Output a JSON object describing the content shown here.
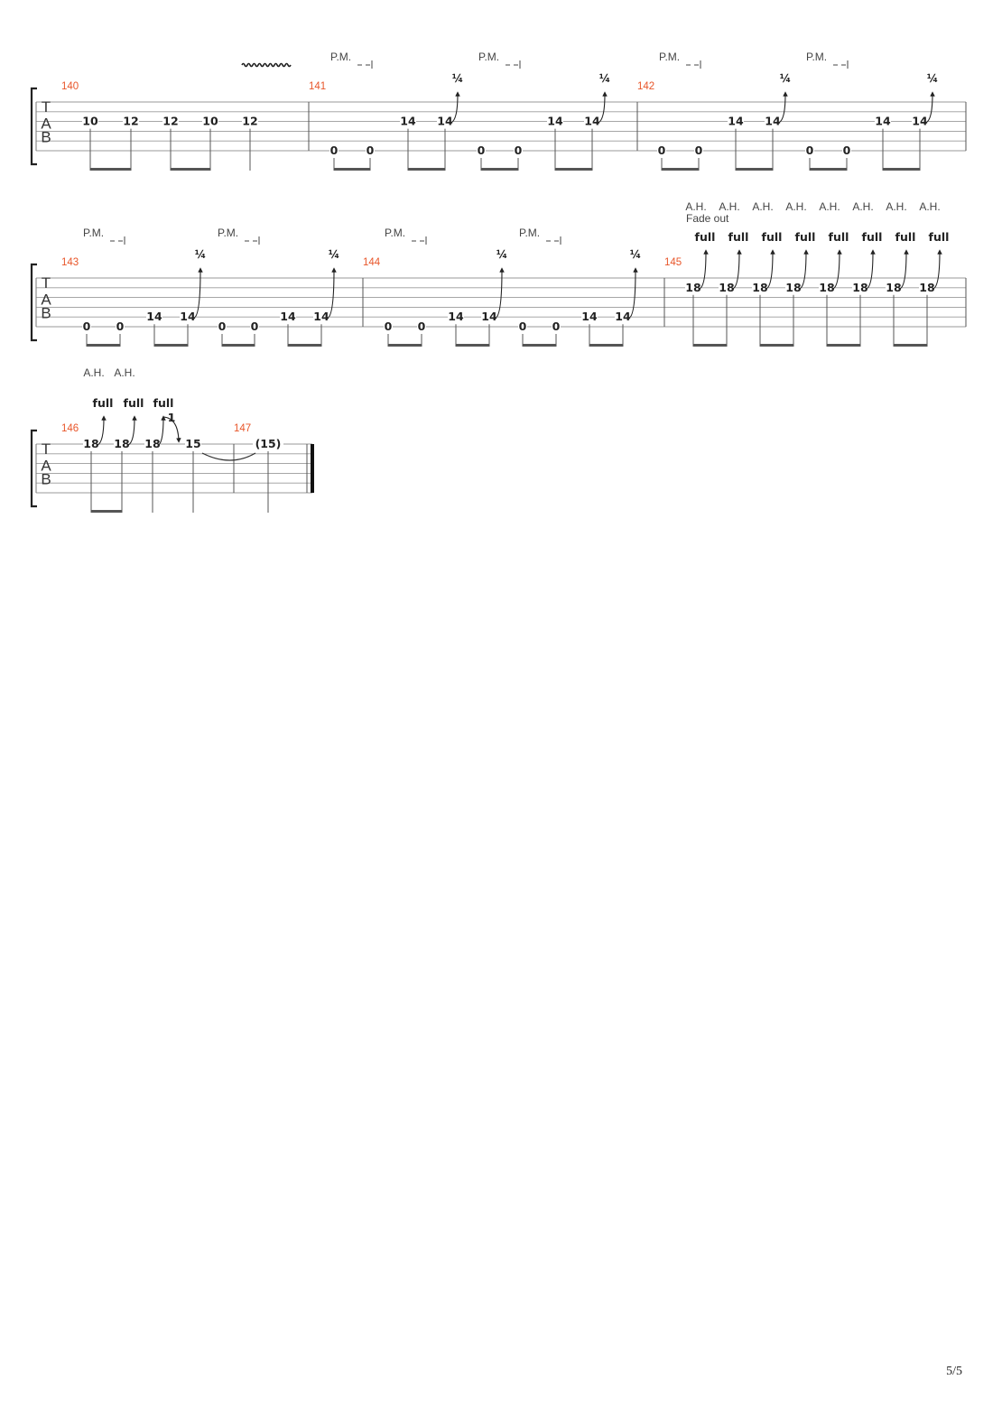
{
  "tab_letters": [
    "T",
    "A",
    "B"
  ],
  "page_number": "5/5",
  "labels": {
    "palm_mute": "P.M.",
    "artificial_harmonic": "A.H.",
    "fade_out": "Fade out",
    "quarter_bend": "¼",
    "full_bend": "full",
    "bend_release": "1"
  },
  "systems": [
    {
      "measures": [
        {
          "number": "140",
          "notes": [
            {
              "fret": "10",
              "string": 3
            },
            {
              "fret": "12",
              "string": 3
            },
            {
              "fret": "12",
              "string": 3
            },
            {
              "fret": "10",
              "string": 3
            },
            {
              "fret": "12",
              "string": 3
            }
          ],
          "vibrato": true
        },
        {
          "number": "141",
          "notes": [
            {
              "fret": "0",
              "string": 6
            },
            {
              "fret": "0",
              "string": 6
            },
            {
              "fret": "14",
              "string": 3
            },
            {
              "fret": "14",
              "string": 3,
              "bend": "quarter"
            },
            {
              "fret": "0",
              "string": 6
            },
            {
              "fret": "0",
              "string": 6
            },
            {
              "fret": "14",
              "string": 3
            },
            {
              "fret": "14",
              "string": 3,
              "bend": "quarter"
            }
          ],
          "palm_mutes": 2
        },
        {
          "number": "142",
          "notes": [
            {
              "fret": "0",
              "string": 6
            },
            {
              "fret": "0",
              "string": 6
            },
            {
              "fret": "14",
              "string": 3
            },
            {
              "fret": "14",
              "string": 3,
              "bend": "quarter"
            },
            {
              "fret": "0",
              "string": 6
            },
            {
              "fret": "0",
              "string": 6
            },
            {
              "fret": "14",
              "string": 3
            },
            {
              "fret": "14",
              "string": 3,
              "bend": "quarter"
            }
          ],
          "palm_mutes": 2
        }
      ]
    },
    {
      "measures": [
        {
          "number": "143",
          "notes": [
            {
              "fret": "0",
              "string": 6
            },
            {
              "fret": "0",
              "string": 6
            },
            {
              "fret": "14",
              "string": 5
            },
            {
              "fret": "14",
              "string": 5,
              "bend": "quarter"
            },
            {
              "fret": "0",
              "string": 6
            },
            {
              "fret": "0",
              "string": 6
            },
            {
              "fret": "14",
              "string": 5
            },
            {
              "fret": "14",
              "string": 5,
              "bend": "quarter"
            }
          ],
          "palm_mutes": 2
        },
        {
          "number": "144",
          "notes": [
            {
              "fret": "0",
              "string": 6
            },
            {
              "fret": "0",
              "string": 6
            },
            {
              "fret": "14",
              "string": 5
            },
            {
              "fret": "14",
              "string": 5,
              "bend": "quarter"
            },
            {
              "fret": "0",
              "string": 6
            },
            {
              "fret": "0",
              "string": 6
            },
            {
              "fret": "14",
              "string": 5
            },
            {
              "fret": "14",
              "string": 5,
              "bend": "quarter"
            }
          ],
          "palm_mutes": 2
        },
        {
          "number": "145",
          "notes": [
            {
              "fret": "18",
              "string": 2,
              "bend": "full",
              "harmonic": true
            },
            {
              "fret": "18",
              "string": 2,
              "bend": "full",
              "harmonic": true
            },
            {
              "fret": "18",
              "string": 2,
              "bend": "full",
              "harmonic": true
            },
            {
              "fret": "18",
              "string": 2,
              "bend": "full",
              "harmonic": true
            },
            {
              "fret": "18",
              "string": 2,
              "bend": "full",
              "harmonic": true
            },
            {
              "fret": "18",
              "string": 2,
              "bend": "full",
              "harmonic": true
            },
            {
              "fret": "18",
              "string": 2,
              "bend": "full",
              "harmonic": true
            },
            {
              "fret": "18",
              "string": 2,
              "bend": "full",
              "harmonic": true
            }
          ],
          "fade_out": true
        }
      ]
    },
    {
      "measures": [
        {
          "number": "146",
          "notes": [
            {
              "fret": "18",
              "string": 1,
              "bend": "full",
              "harmonic": true
            },
            {
              "fret": "18",
              "string": 1,
              "bend": "full",
              "harmonic": true
            },
            {
              "fret": "18",
              "string": 1,
              "bend": "full-release"
            },
            {
              "fret": "15",
              "string": 1,
              "tie_start": true
            }
          ]
        },
        {
          "number": "147",
          "notes": [
            {
              "fret": "(15)",
              "string": 1,
              "tied": true
            }
          ],
          "final_barline": true
        }
      ]
    }
  ]
}
